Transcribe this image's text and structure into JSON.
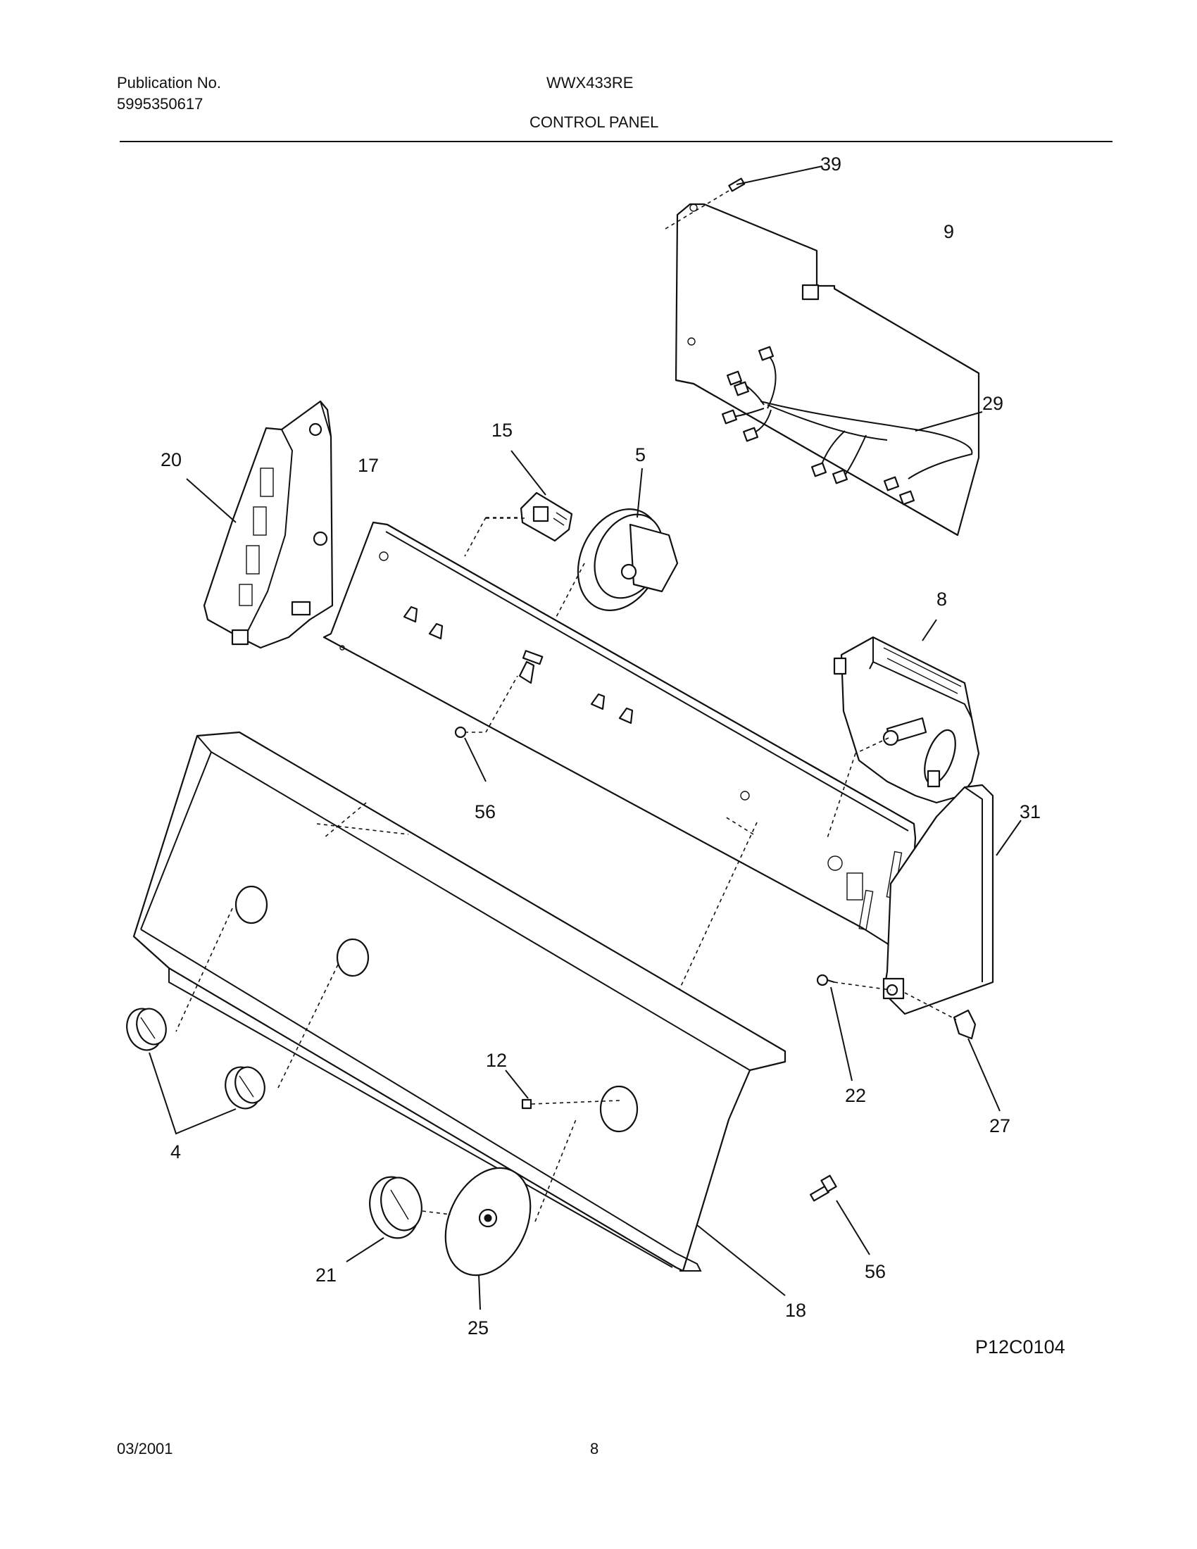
{
  "header": {
    "publication_label": "Publication No.",
    "publication_number": "5995350617",
    "model": "WWX433RE",
    "section_title": "CONTROL PANEL"
  },
  "diagram": {
    "callouts": [
      "39",
      "9",
      "29",
      "20",
      "17",
      "15",
      "5",
      "8",
      "56",
      "31",
      "22",
      "27",
      "12",
      "4",
      "21",
      "25",
      "18",
      "56"
    ],
    "drawing_code": "P12C0104"
  },
  "footer": {
    "date": "03/2001",
    "page_number": "8"
  }
}
